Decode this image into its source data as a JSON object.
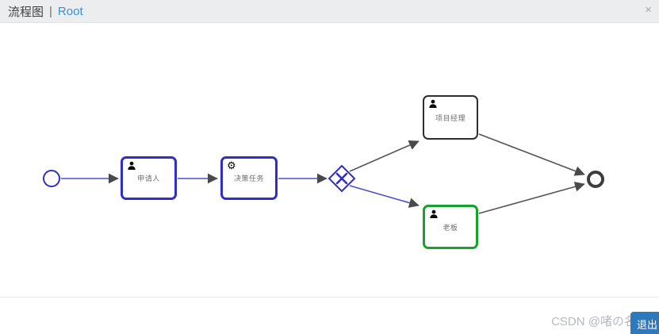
{
  "header": {
    "title": "流程图",
    "divider": "|",
    "breadcrumb": "Root",
    "close_icon": "×"
  },
  "diagram": {
    "nodes": [
      {
        "id": "start",
        "type": "start-event"
      },
      {
        "id": "applicant",
        "type": "user-task",
        "label": "申请人",
        "border_color": "#2f2fc8"
      },
      {
        "id": "decision",
        "type": "service-task",
        "label": "决策任务",
        "border_color": "#2f2fc8"
      },
      {
        "id": "gateway",
        "type": "exclusive-gateway"
      },
      {
        "id": "pm",
        "type": "user-task",
        "label": "项目经理",
        "border_color": "#2e2e2e"
      },
      {
        "id": "boss",
        "type": "user-task",
        "label": "老板",
        "border_color": "#16a22b"
      },
      {
        "id": "end",
        "type": "end-event"
      }
    ],
    "edges": [
      {
        "from": "start",
        "to": "applicant",
        "color": "blue"
      },
      {
        "from": "applicant",
        "to": "decision",
        "color": "blue"
      },
      {
        "from": "decision",
        "to": "gateway",
        "color": "blue"
      },
      {
        "from": "gateway",
        "to": "pm",
        "color": "gray"
      },
      {
        "from": "gateway",
        "to": "boss",
        "color": "blue"
      },
      {
        "from": "pm",
        "to": "end",
        "color": "gray"
      },
      {
        "from": "boss",
        "to": "end",
        "color": "gray"
      }
    ]
  },
  "icons": {
    "gear": "⚙",
    "user": "person-silhouette",
    "close": "×"
  },
  "colors": {
    "bpmn_blue": "#2f2fc8",
    "edge_blue": "#4b4fd0",
    "edge_gray": "#555555",
    "task_green": "#16a22b",
    "header_bg": "#ecedef",
    "breadcrumb_blue": "#3a8fd9",
    "badge_blue": "#2e78bd"
  },
  "watermark": {
    "text": "CSDN @啫の名は"
  },
  "corner_button": {
    "label": "退出"
  }
}
